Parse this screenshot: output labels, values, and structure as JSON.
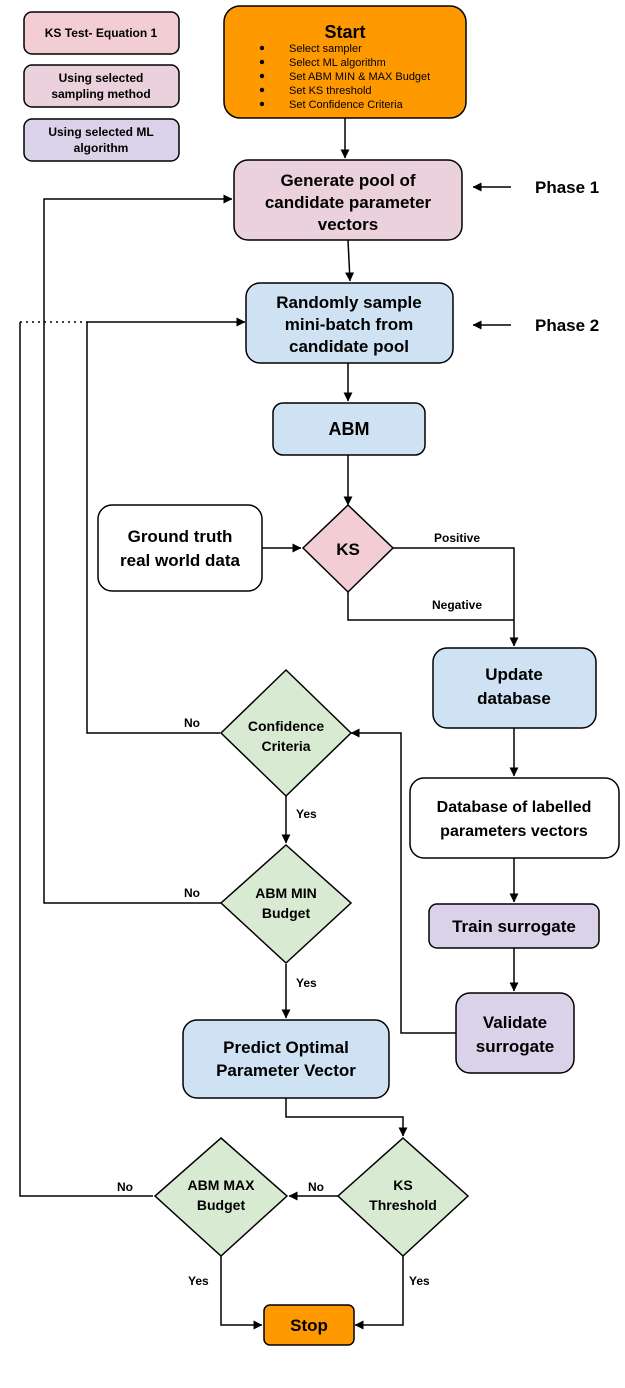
{
  "legend": {
    "ks_test": "KS Test- Equation 1",
    "sampling_line1": "Using selected",
    "sampling_line2": "sampling method",
    "ml_line1": "Using selected ML",
    "ml_line2": "algorithm"
  },
  "start": {
    "title": "Start",
    "items": [
      "Select sampler",
      "Select ML algorithm",
      "Set ABM MIN & MAX Budget",
      "Set KS threshold",
      "Set Confidence Criteria"
    ]
  },
  "nodes": {
    "generate_pool": [
      "Generate pool of",
      "candidate parameter",
      "vectors"
    ],
    "random_sample": [
      "Randomly sample",
      "mini-batch from",
      "candidate pool"
    ],
    "abm": "ABM",
    "ground_truth": [
      "Ground truth",
      "real world data"
    ],
    "ks": "KS",
    "update_db": [
      "Update",
      "database"
    ],
    "labelled_db": [
      "Database of labelled",
      "parameters vectors"
    ],
    "train": "Train surrogate",
    "validate": [
      "Validate",
      "surrogate"
    ],
    "confidence": [
      "Confidence",
      "Criteria"
    ],
    "abm_min": [
      "ABM MIN",
      "Budget"
    ],
    "predict": [
      "Predict Optimal",
      "Parameter Vector"
    ],
    "ks_threshold": [
      "KS",
      "Threshold"
    ],
    "abm_max": [
      "ABM MAX",
      "Budget"
    ],
    "stop": "Stop"
  },
  "phases": {
    "phase1": "Phase 1",
    "phase2": "Phase 2"
  },
  "edge_labels": {
    "positive": "Positive",
    "negative": "Negative",
    "conf_no": "No",
    "conf_yes": "Yes",
    "min_no": "No",
    "min_yes": "Yes",
    "ks_no": "No",
    "max_no": "No",
    "max_yes": "Yes",
    "ks_yes": "Yes"
  },
  "colors": {
    "orange": "#ff9900",
    "pink": "#f2cdd3",
    "rose": "#ead1dc",
    "blue": "#cfe2f3",
    "purple": "#d9d2e9",
    "green": "#d9ead3",
    "stroke": "#000000"
  }
}
